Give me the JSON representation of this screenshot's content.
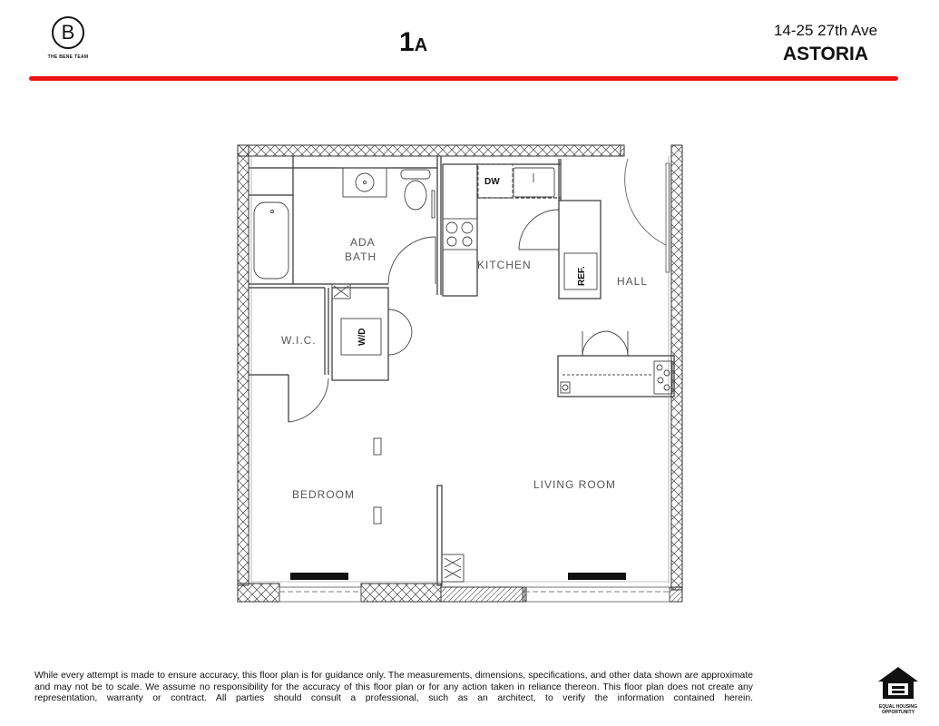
{
  "header": {
    "logo": {
      "mark": "B",
      "text": "THE BENE TEAM"
    },
    "unit": {
      "number": "1",
      "letter": "A"
    },
    "address": {
      "street": "14-25 27th Ave",
      "neighborhood": "ASTORIA"
    },
    "accent_color": "#ee1111"
  },
  "floor_plan": {
    "rooms": [
      {
        "id": "ada-bath",
        "line1": "ADA",
        "line2": "BATH"
      },
      {
        "id": "kitchen",
        "label": "KITCHEN"
      },
      {
        "id": "hall",
        "label": "HALL"
      },
      {
        "id": "wic",
        "label": "W.I.C."
      },
      {
        "id": "bedroom",
        "label": "BEDROOM"
      },
      {
        "id": "living-room",
        "label": "LIVING ROOM"
      }
    ],
    "appliances": {
      "dishwasher": "DW",
      "refrigerator": "REF.",
      "washer_dryer": "W/D"
    }
  },
  "footer": {
    "disclaimer": "While every attempt is made to ensure accuracy, this floor plan is for guidance only. The measurements, dimensions, specifications, and other data shown are approximate and may not be to scale.  We assume no responsibility for the accuracy of this floor plan or for any action taken in reliance thereon. This floor plan does not create any representation, warranty or contract. All parties should consult a professional, such as an architect, to verify the information contained herein.",
    "equal_housing": {
      "line1": "EQUAL HOUSING",
      "line2": "OPPORTUNITY"
    }
  }
}
